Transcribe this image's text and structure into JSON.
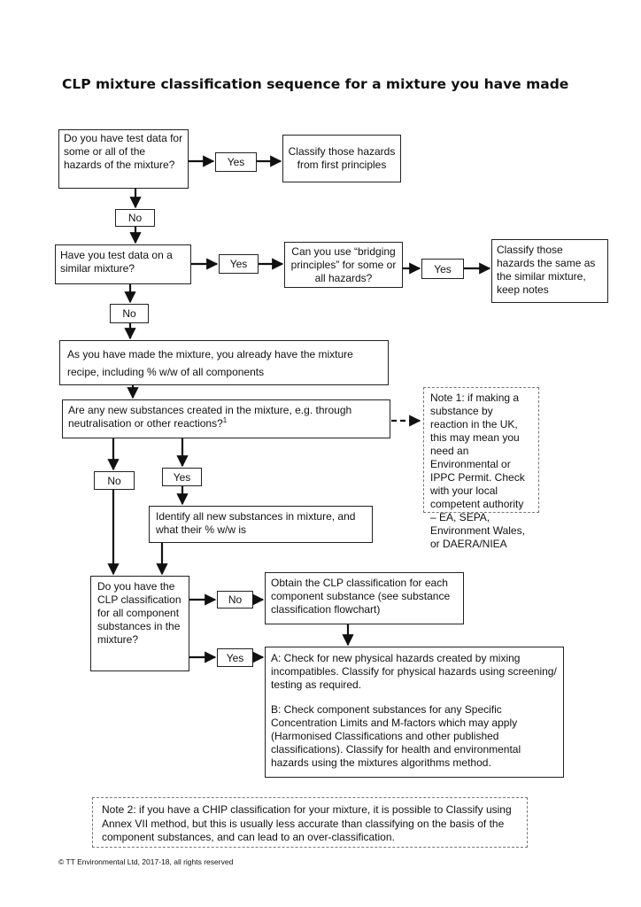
{
  "title": "CLP mixture classification sequence for a mixture you have made",
  "nodes": {
    "q_test_data": "Do you have test data for some or all of the hazards of the mixture?",
    "classify_first_principles": "Classify those hazards from first principles",
    "q_similar_mixture": "Have you test data on a similar mixture?",
    "q_bridging": "Can you use “bridging principles” for some or all hazards?",
    "classify_same_as_similar": "Classify those hazards the same as the similar mixture, keep notes",
    "recipe_text": "As you have made the mixture, you already have the mixture recipe, including % w/w of all components",
    "q_new_substances": "Are any new substances created in the mixture, e.g. through neutralisation or other reactions?",
    "q_new_substances_sup": "1",
    "note1": "Note 1: if making a substance by reaction in the UK, this may mean you need an Environmental or IPPC Permit.  Check with your local competent authority – EA, SEPA, Environment Wales, or DAERA/NIEA",
    "identify_new": "Identify all new substances in mixture, and what their % w/w is",
    "q_have_clp": "Do you have the CLP classification for all component substances in the mixture?",
    "obtain_clp": "Obtain the CLP classification for each component substance (see substance classification flowchart)",
    "check_a": "A: Check for new physical hazards created by mixing incompatibles. Classify for physical hazards using screening/ testing as required.",
    "check_b": "B: Check component substances for any Specific Concentration Limits and M-factors which may apply (Harmonised Classifications and other published classifications). Classify for health and environmental hazards using the mixtures algorithms method.",
    "note2": "Note 2: if you have a CHIP classification for your mixture, it is possible to Classify using Annex VII method, but this is usually less accurate than classifying on the basis of the component substances, and can lead to an over-classification."
  },
  "labels": {
    "yes_1": "Yes",
    "no_1": "No",
    "yes_2": "Yes",
    "yes_3": "Yes",
    "no_2": "No",
    "no_3": "No",
    "yes_4": "Yes",
    "no_4": "No",
    "yes_5": "Yes"
  },
  "footer": "© TT Environmental Ltd, 2017-18, all rights reserved"
}
